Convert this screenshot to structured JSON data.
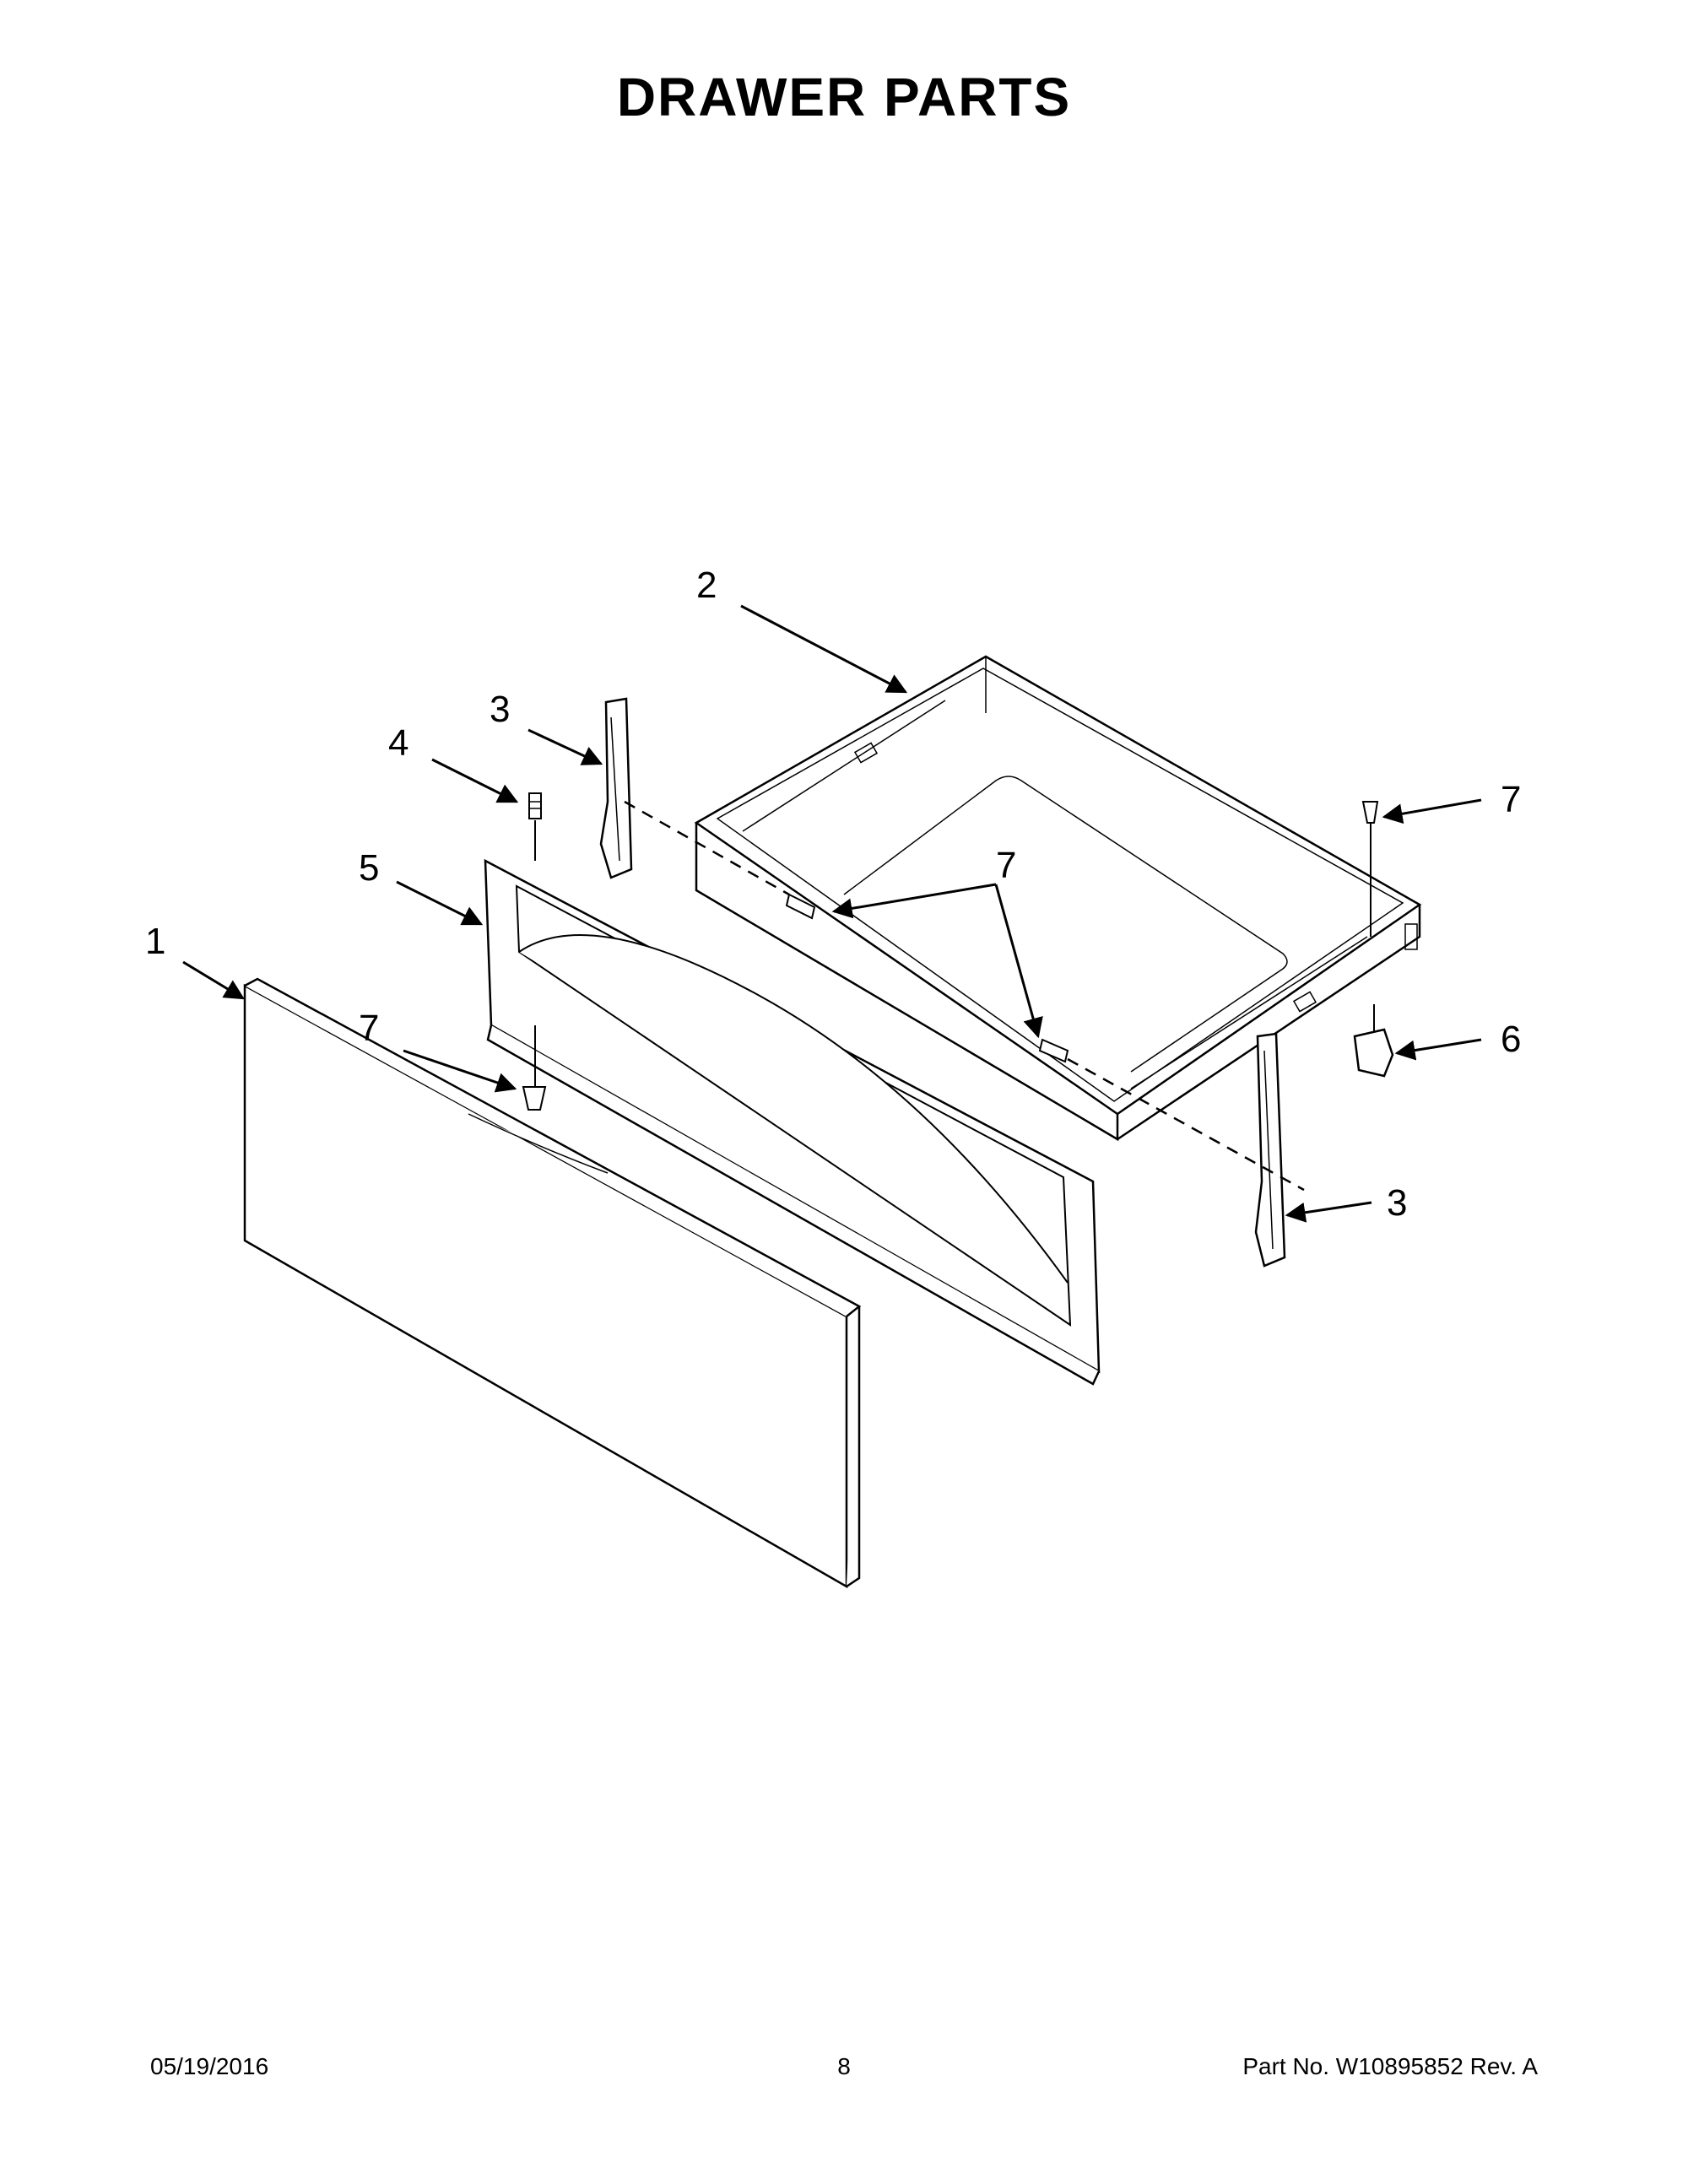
{
  "page": {
    "title": "DRAWER PARTS",
    "footer_date": "05/19/2016",
    "footer_page": "8",
    "footer_part": "Part No.  W10895852  Rev.  A"
  },
  "callouts": {
    "c1": "1",
    "c2": "2",
    "c3a": "3",
    "c3b": "3",
    "c4": "4",
    "c5": "5",
    "c6": "6",
    "c7a": "7",
    "c7b": "7",
    "c7c": "7"
  }
}
